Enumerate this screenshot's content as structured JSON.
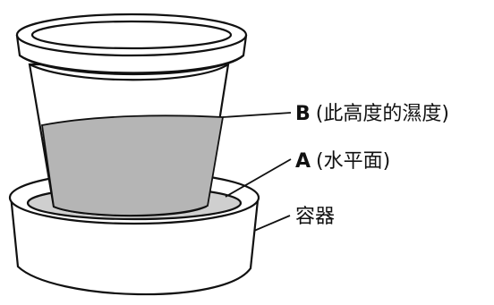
{
  "labels": {
    "b": {
      "letter": "B",
      "text": "(此高度的濕度)"
    },
    "a": {
      "letter": "A",
      "text": "(水平面)"
    },
    "container": {
      "text": "容器"
    }
  },
  "colors": {
    "outline": "#111111",
    "water": "#cfcfcf",
    "wet_region": "#b5b5b5",
    "fill": "#ffffff"
  }
}
